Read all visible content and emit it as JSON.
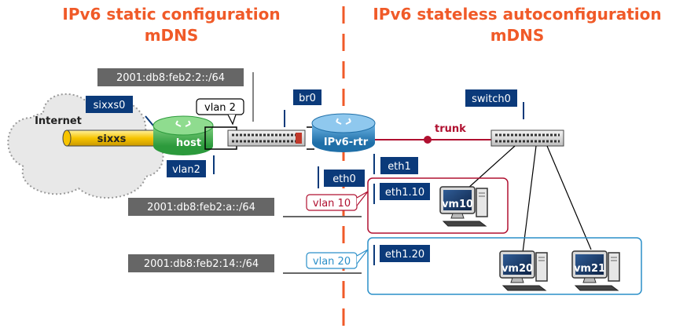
{
  "titles": {
    "left_line1": "IPv6 static configuration",
    "left_line2": "mDNS",
    "right_line1": "IPv6 stateless autoconfiguration",
    "right_line2": "mDNS"
  },
  "prefixes": {
    "vlan2": "2001:db8:feb2:2::/64",
    "vlan10": "2001:db8:feb2:a::/64",
    "vlan20": "2001:db8:feb2:14::/64"
  },
  "cloud": {
    "label": "Internet"
  },
  "tunnel": {
    "label": "sixxs"
  },
  "interfaces": {
    "sixxs0": "sixxs0",
    "vlan2_callout": "vlan 2",
    "vlan2": "vlan2",
    "br0": "br0",
    "eth0": "eth0",
    "eth1": "eth1",
    "eth1_10": "eth1.10",
    "eth1_20": "eth1.20",
    "switch0": "switch0",
    "vlan10_callout": "vlan 10",
    "vlan20_callout": "vlan 20"
  },
  "devices": {
    "host": "host",
    "router": "IPv6-rtr",
    "vm10": "vm10",
    "vm20": "vm20",
    "vm21": "vm21"
  },
  "links": {
    "trunk": "trunk"
  },
  "colors": {
    "title": "#f05a28",
    "iface_box": "#0b3a7a",
    "prefix_box": "#666666",
    "host_router": "#3fae49",
    "ipv6_router": "#2e86c1",
    "tunnel": "#f7c400",
    "trunk": "#b01030",
    "vlan10": "#b01030",
    "vlan20": "#2a8fc9",
    "divider": "#f05a28"
  }
}
